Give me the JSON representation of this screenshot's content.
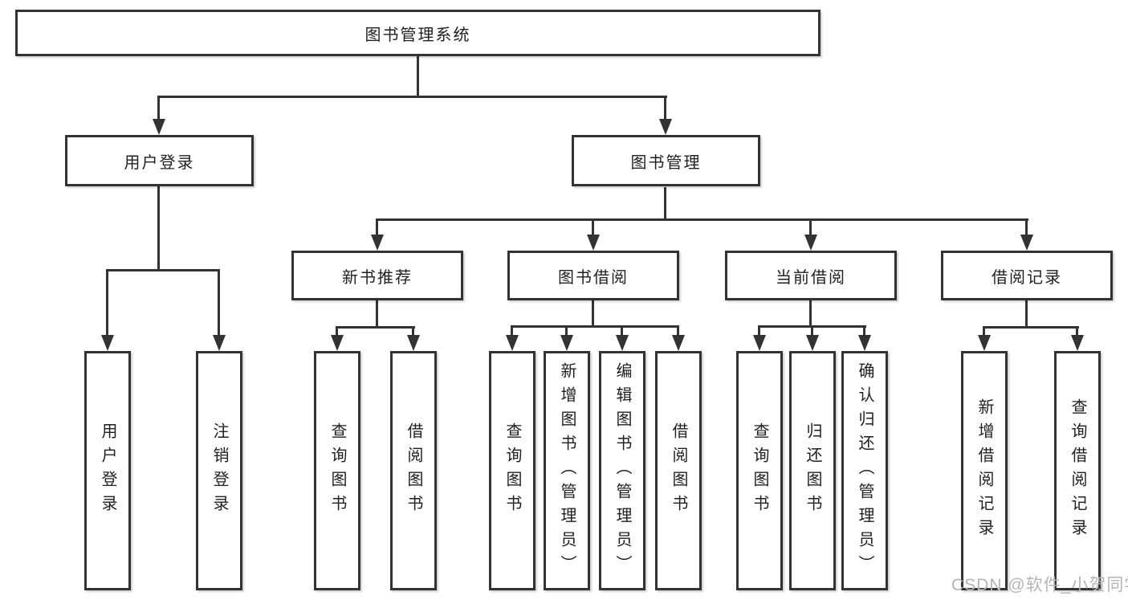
{
  "tree": {
    "root": {
      "label": "图书管理系统"
    },
    "branches": [
      {
        "label": "用户登录",
        "children": [
          {
            "label": "用户登录"
          },
          {
            "label": "注销登录"
          }
        ]
      },
      {
        "label": "图书管理",
        "children": [
          {
            "label": "新书推荐",
            "children": [
              {
                "label": "查询图书"
              },
              {
                "label": "借阅图书"
              }
            ]
          },
          {
            "label": "图书借阅",
            "children": [
              {
                "label": "查询图书"
              },
              {
                "label": "新增图书（管理员）"
              },
              {
                "label": "编辑图书（管理员）"
              },
              {
                "label": "借阅图书"
              }
            ]
          },
          {
            "label": "当前借阅",
            "children": [
              {
                "label": "查询图书"
              },
              {
                "label": "归还图书"
              },
              {
                "label": "确认归还（管理员）"
              }
            ]
          },
          {
            "label": "借阅记录",
            "children": [
              {
                "label": "新增借阅记录"
              },
              {
                "label": "查询借阅记录"
              }
            ]
          }
        ]
      }
    ]
  },
  "watermark": "CSDN @软件_小贺同学",
  "colors": {
    "line": "#333333",
    "box_border": "#333333",
    "box_fill": "#ffffff",
    "text": "#1f1f1f",
    "watermark": "#b5b5b5",
    "background": "#ffffff"
  }
}
